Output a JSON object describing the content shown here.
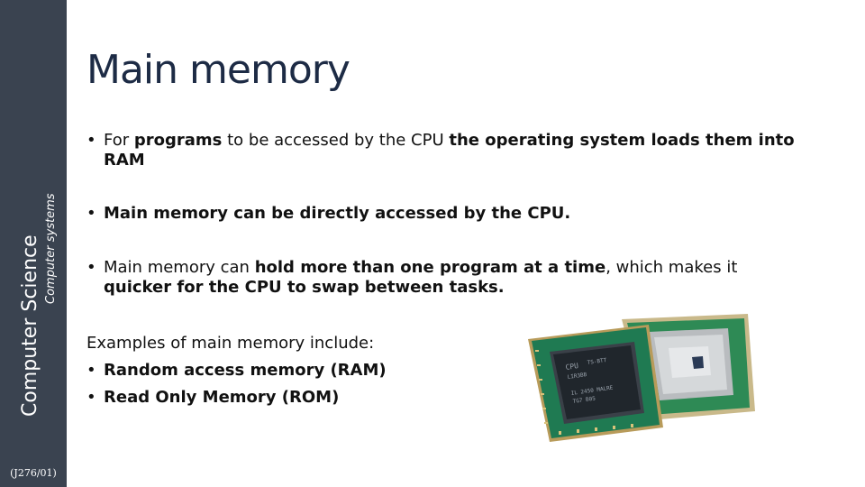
{
  "sidebar": {
    "subject": "Computer Science",
    "topic": "Computer systems",
    "code": "(J276/01)"
  },
  "slide": {
    "title": "Main memory",
    "bullet_char": "•",
    "bullets": [
      {
        "parts": [
          "For ",
          "programs",
          " to be accessed by the CPU ",
          "the operating system loads them into RAM"
        ]
      },
      {
        "parts": [
          "Main memory can be directly accessed by the CPU."
        ]
      },
      {
        "parts": [
          "Main memory can ",
          "hold more than one program at a time",
          ", which makes it ",
          "quicker for the CPU to swap between tasks."
        ]
      }
    ],
    "examples_intro": "Examples of main memory include:",
    "examples": [
      "Random access memory (RAM)",
      "Read Only Memory (ROM)"
    ]
  },
  "image": {
    "chip_label_line1": "CPU",
    "chip_label_line2": "TS-BTT",
    "chip_label_line3": "LIR3BB",
    "chip_label_line4": "IL 2450 MALRE",
    "chip_label_line5": "TG7 B05"
  },
  "colors": {
    "sidebar_bg": "#3a4350",
    "title_color": "#1d2b45",
    "board_green": "#1f7a52",
    "chip_dark": "#20262c"
  }
}
